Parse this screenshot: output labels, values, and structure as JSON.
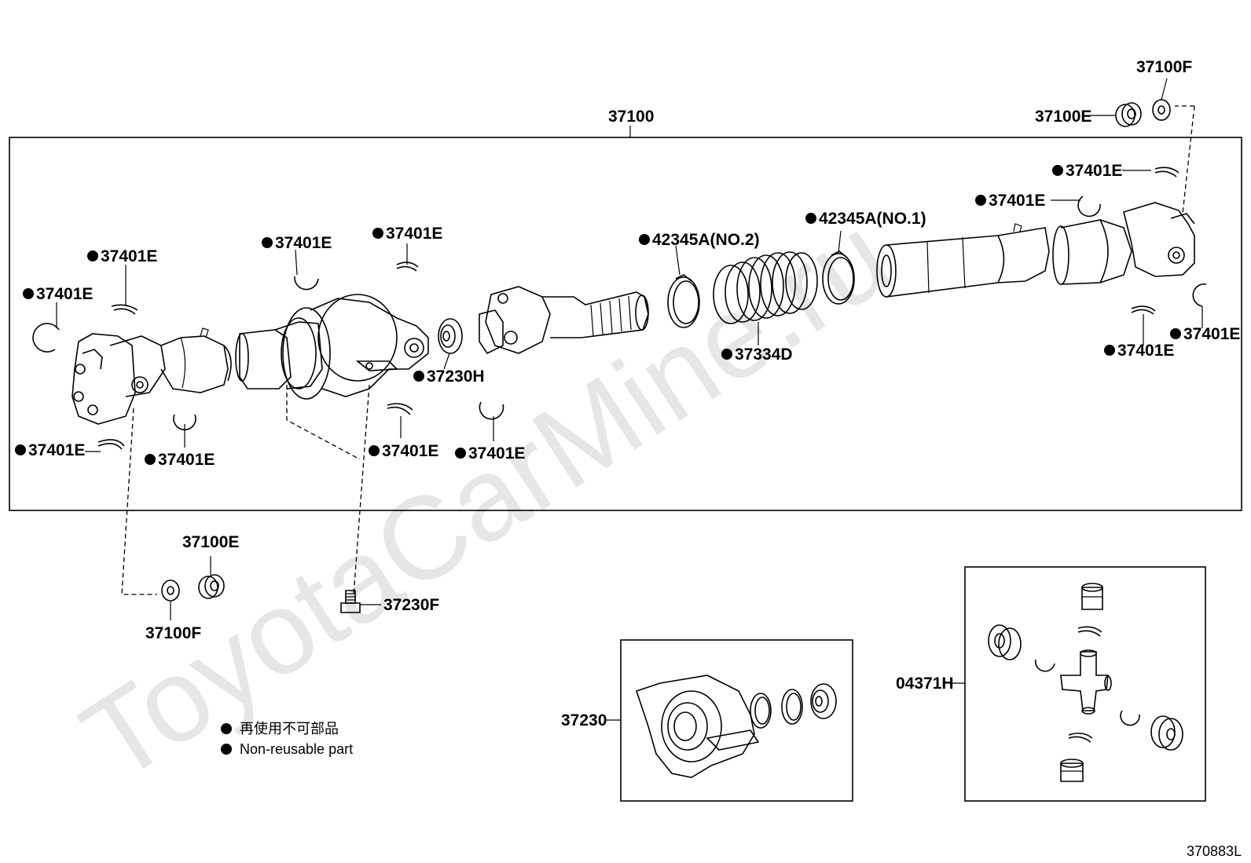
{
  "watermark": "ToyotaCarMine.ru",
  "diagram_id": "370883L",
  "main_assembly": {
    "part_no": "37100"
  },
  "labels": {
    "p37100F_top": "37100F",
    "p37100E_top": "37100E",
    "p37401E_r1": "37401E",
    "p37401E_r2": "37401E",
    "p42345A_no1": "42345A(NO.1)",
    "p42345A_no2": "42345A(NO.2)",
    "p37401E_l1": "37401E",
    "p37401E_l2": "37401E",
    "p37401E_m1": "37401E",
    "p37401E_m2": "37401E",
    "p37230H": "37230H",
    "p37334D": "37334D",
    "p37401E_r3": "37401E",
    "p37401E_r4": "37401E",
    "p37401E_l3": "37401E",
    "p37401E_l4": "37401E",
    "p37401E_m3": "37401E",
    "p37401E_m4": "37401E",
    "p37100E_bot": "37100E",
    "p37100F_bot": "37100F",
    "p37230F": "37230F",
    "p37230": "37230",
    "p04371H": "04371H"
  },
  "legend": {
    "line_jp": "再使用不可部品",
    "line_en": "Non-reusable part"
  }
}
